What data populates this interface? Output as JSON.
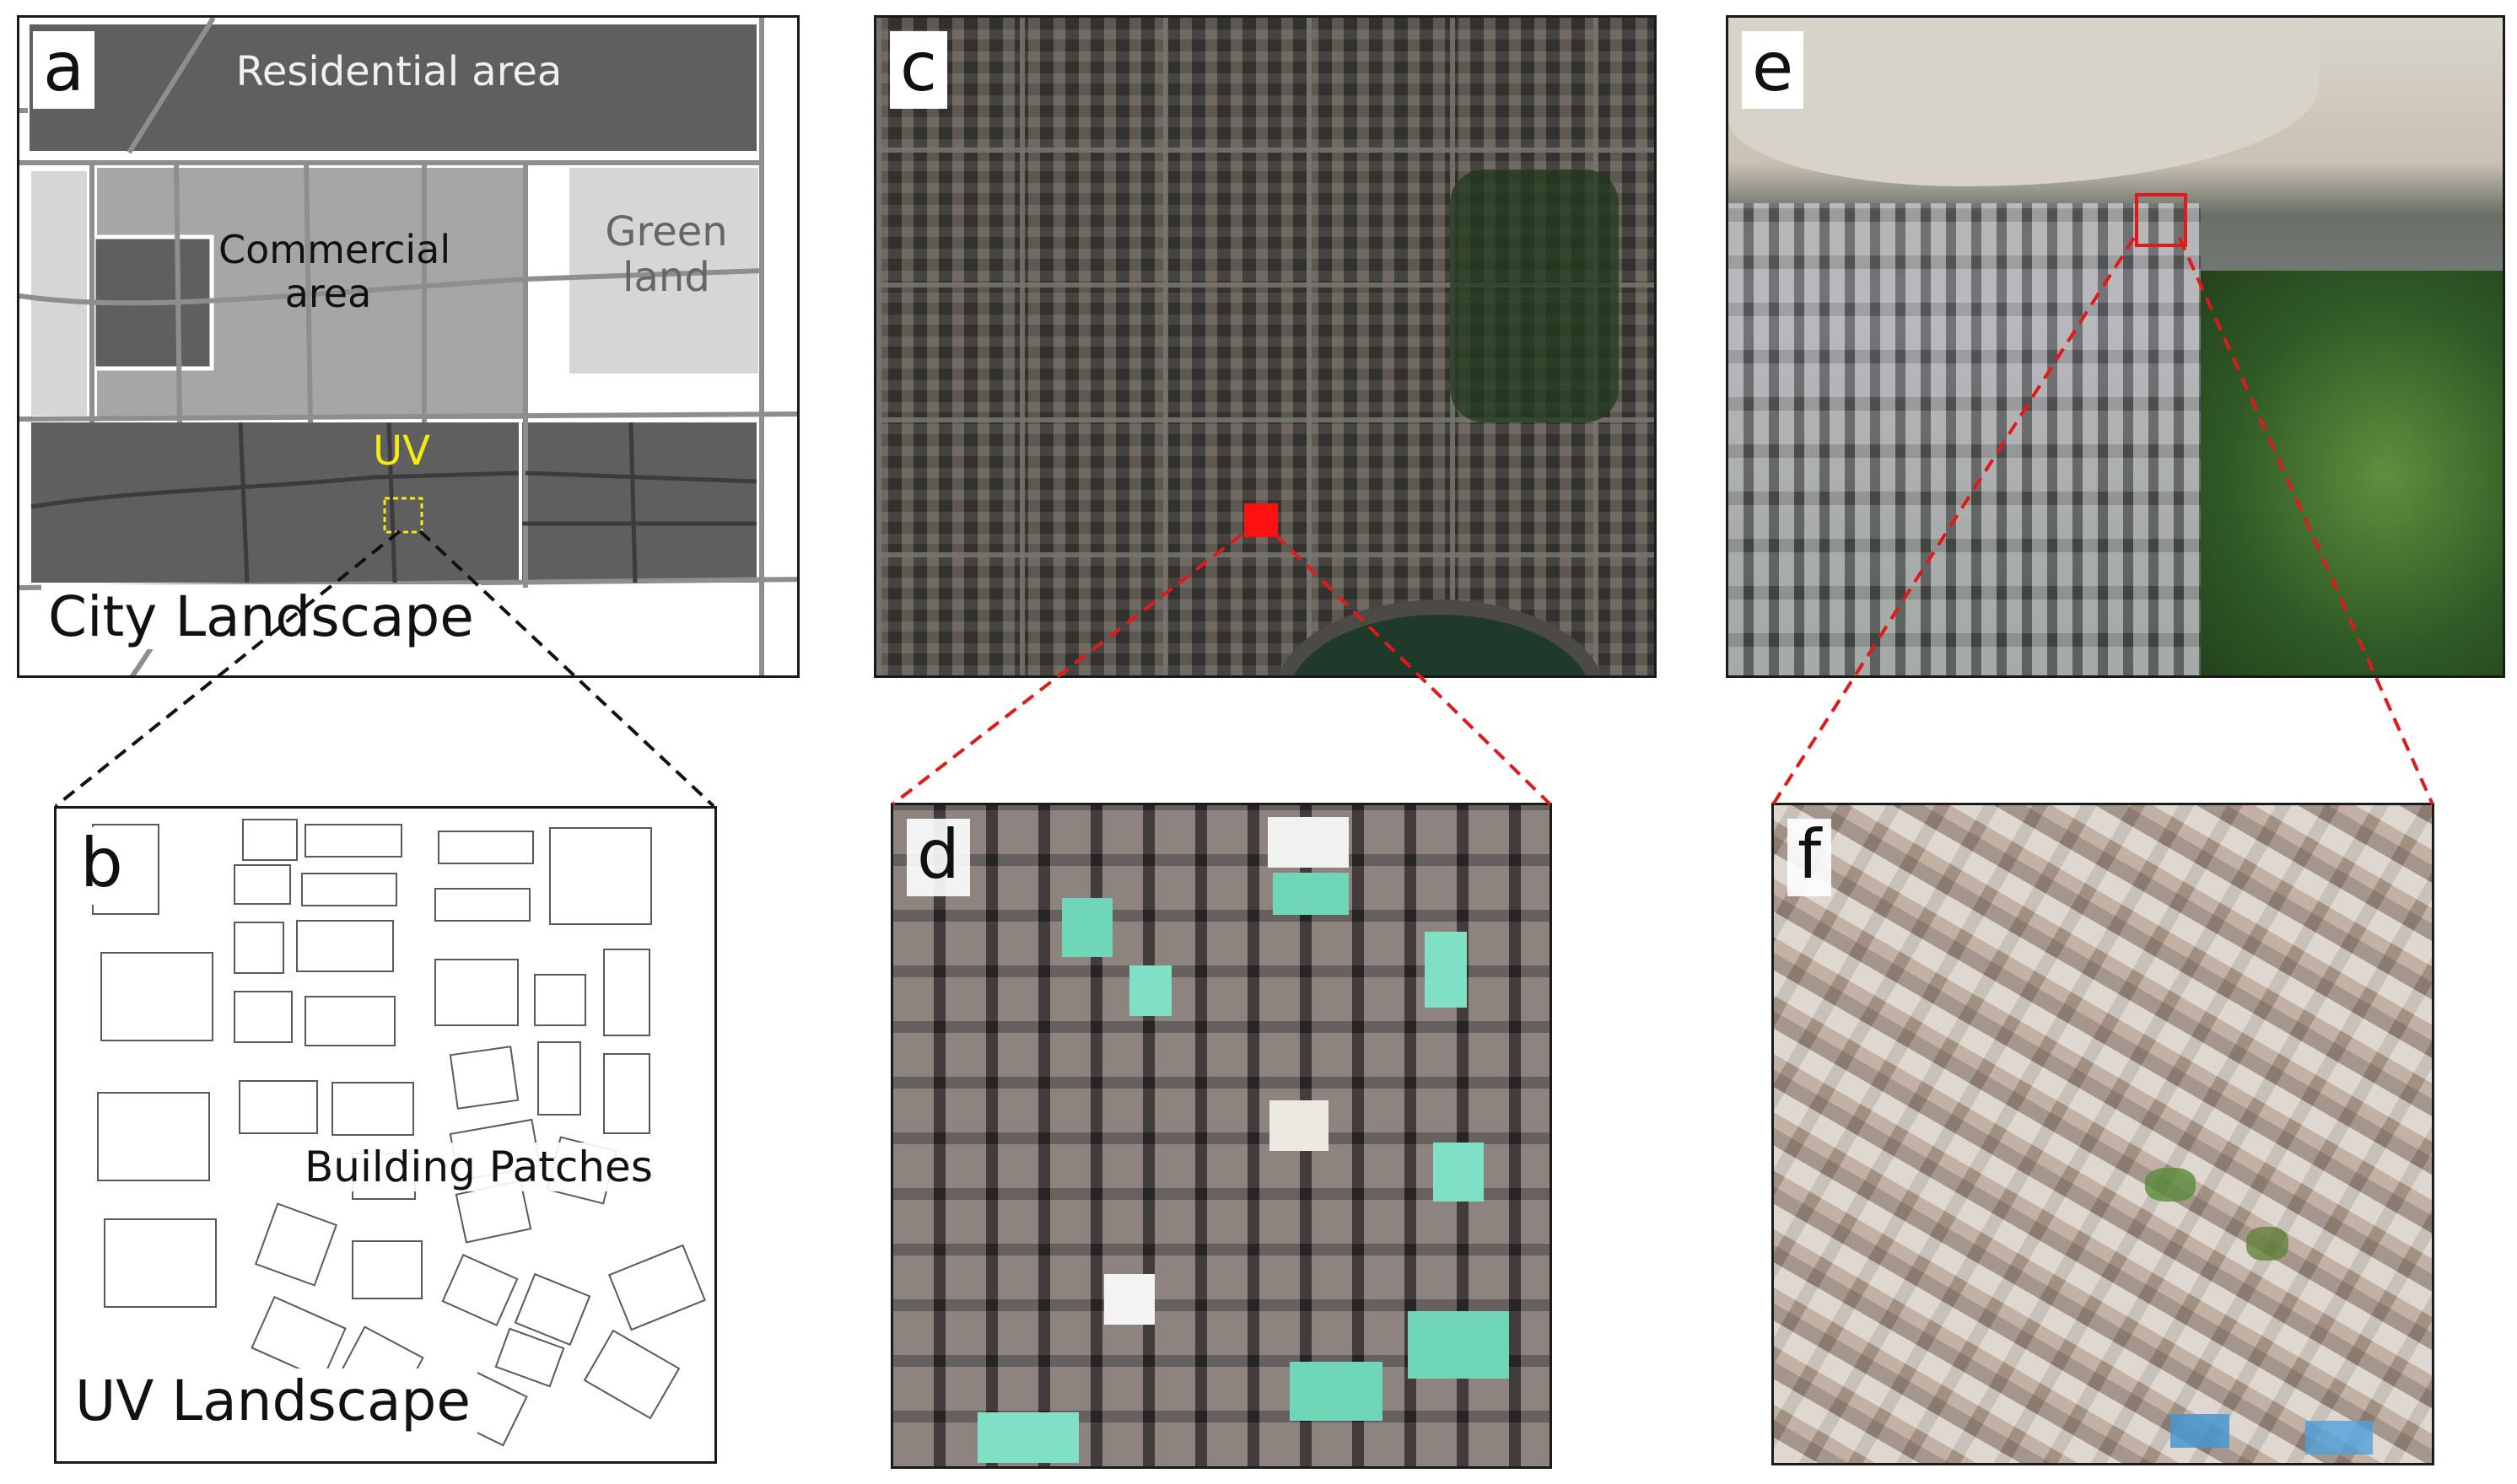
{
  "panels": {
    "a": {
      "label": "a",
      "residential": "Residential area",
      "commercial": "Commercial area",
      "green": "Green land",
      "uv": "UV",
      "title": "City Landscape"
    },
    "b": {
      "label": "b",
      "building_patches": "Building Patches",
      "title": "UV Landscape"
    },
    "c": {
      "label": "c"
    },
    "d": {
      "label": "d"
    },
    "e": {
      "label": "e"
    },
    "f": {
      "label": "f"
    }
  },
  "colors": {
    "dark_block": "#5f5f5f",
    "mid_block": "#a6a6a6",
    "light_block": "#d6d6d6",
    "road": "#8e8e8e",
    "uv_label": "#f2ea12",
    "zoom_line_red": "#e01a1a",
    "zoom_line_black": "#111111"
  }
}
